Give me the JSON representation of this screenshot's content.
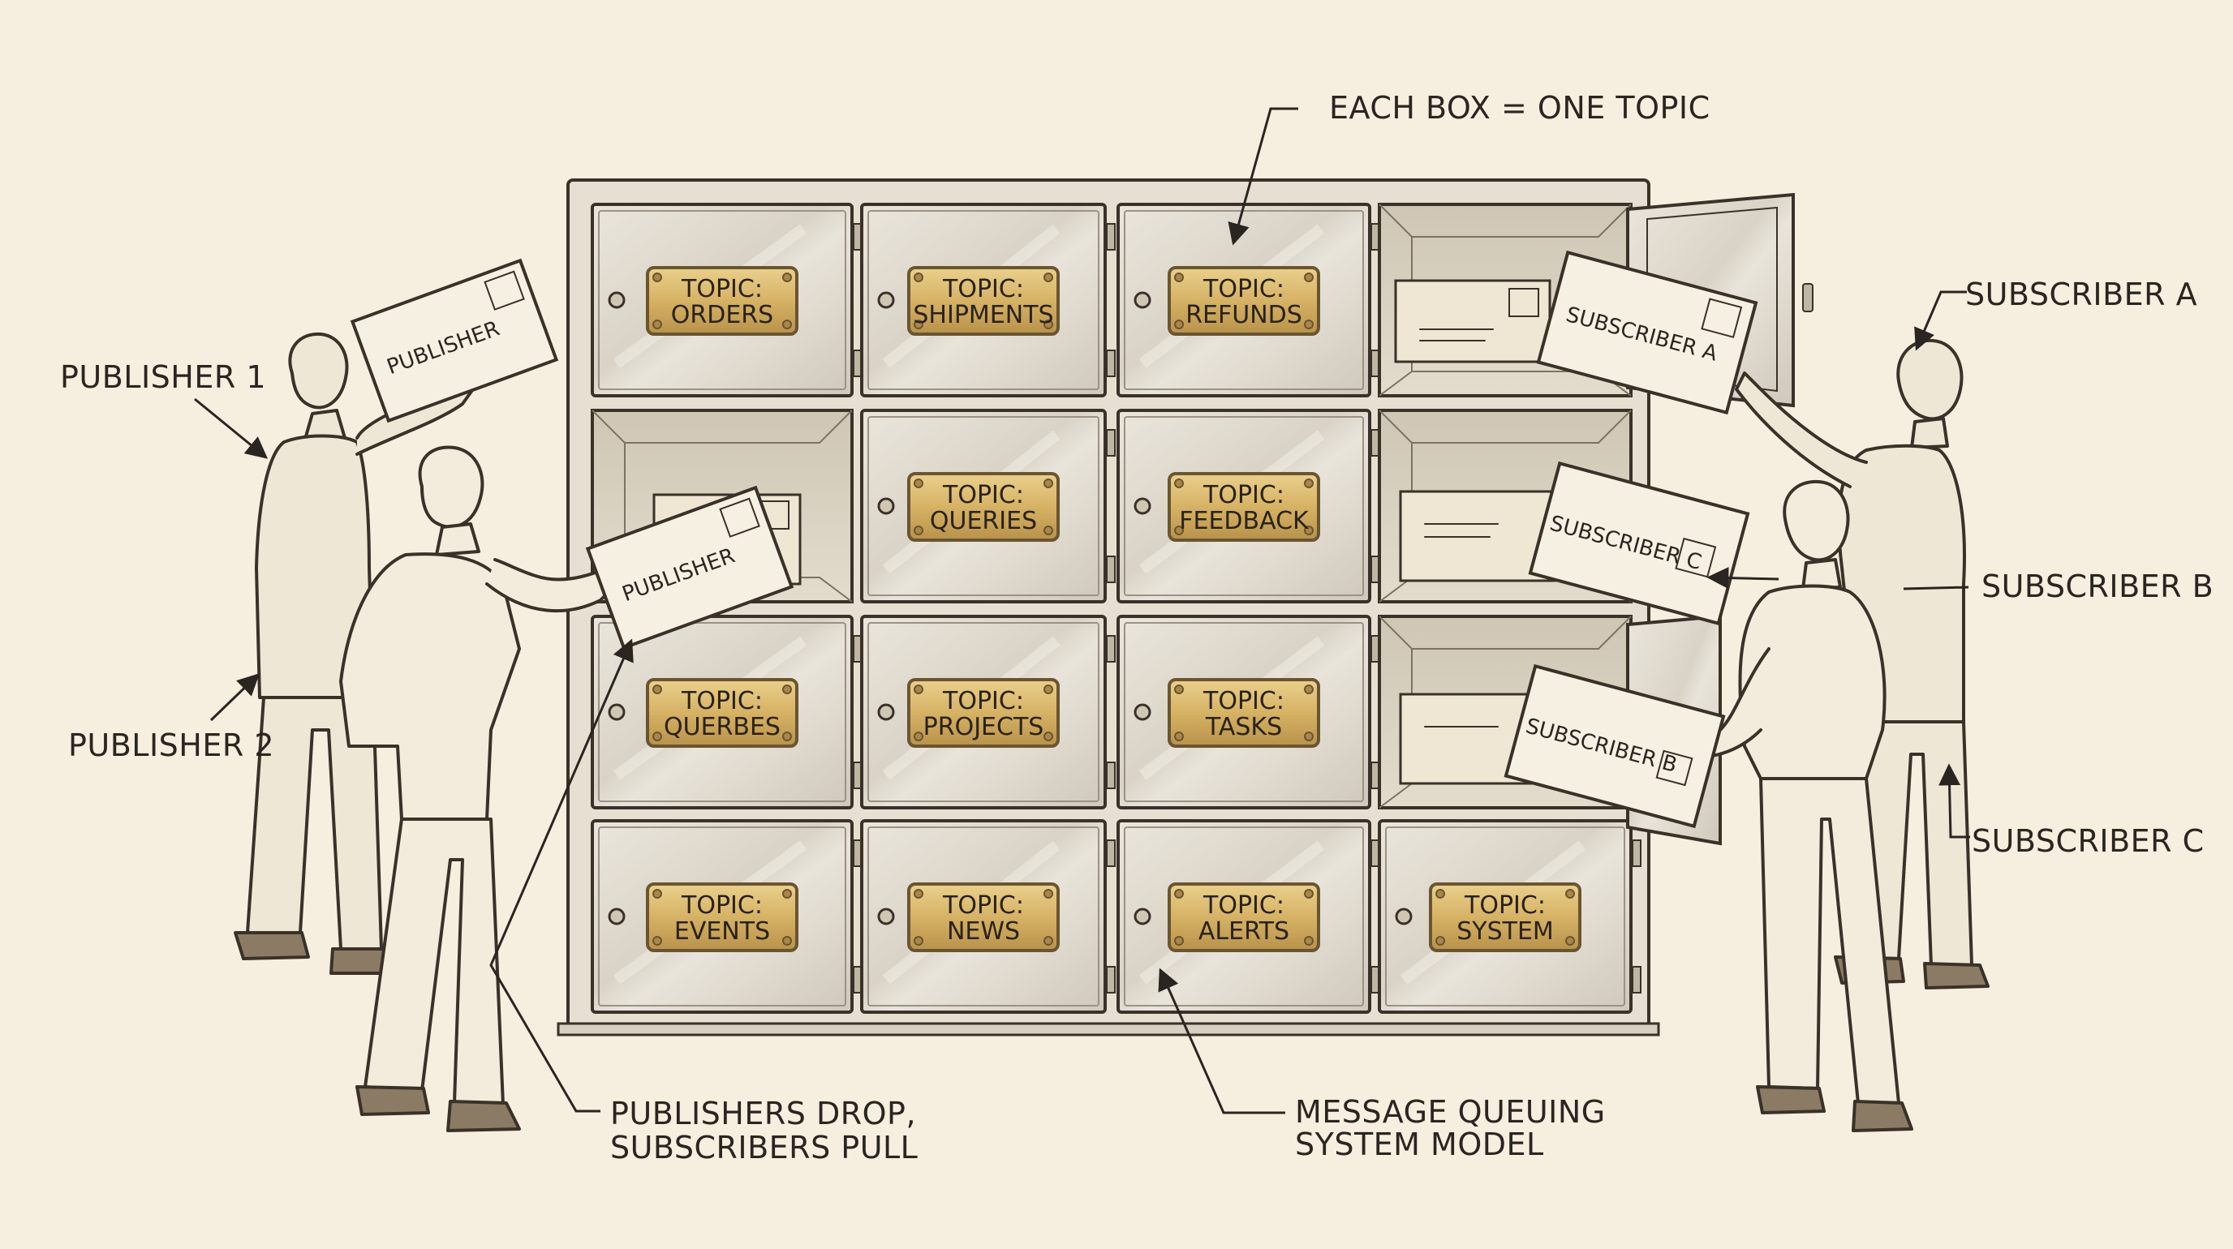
{
  "callouts": {
    "each_box": "EACH BOX = ONE TOPIC",
    "publisher_1": "PUBLISHER 1",
    "publisher_2": "PUBLISHER 2",
    "subscriber_a": "SUBSCRIBER A",
    "subscriber_b": "SUBSCRIBER B",
    "subscriber_c": "SUBSCRIBER C",
    "drop_pull_line1": "PUBLISHERS DROP,",
    "drop_pull_line2": "SUBSCRIBERS PULL",
    "model_line1": "MESSAGE QUEUING",
    "model_line2": "SYSTEM MODEL"
  },
  "topic_prefix": "TOPIC:",
  "topics": [
    [
      "ORDERS",
      "SHIPMENTS",
      "REFUNDS",
      null
    ],
    [
      null,
      "QUERIES",
      "FEEDBACK",
      null
    ],
    [
      "QUERBES",
      "PROJECTS",
      "TASKS",
      null
    ],
    [
      "EVENTS",
      "NEWS",
      "ALERTS",
      "SYSTEM"
    ]
  ],
  "envelopes": {
    "publisher_1": "PUBLISHER",
    "publisher_2": "PUBLISHER",
    "subscriber_a": "SUBSCRIBER A",
    "subscriber_c": "SUBSCRIBER C",
    "subscriber_b": "SUBSCRIBER B"
  },
  "colors": {
    "background": "#f6efdf",
    "cabinet": "#e7e0d2",
    "door": "#dcd6cb",
    "brass_plate": "#d9b870",
    "ink": "#3a3128"
  }
}
